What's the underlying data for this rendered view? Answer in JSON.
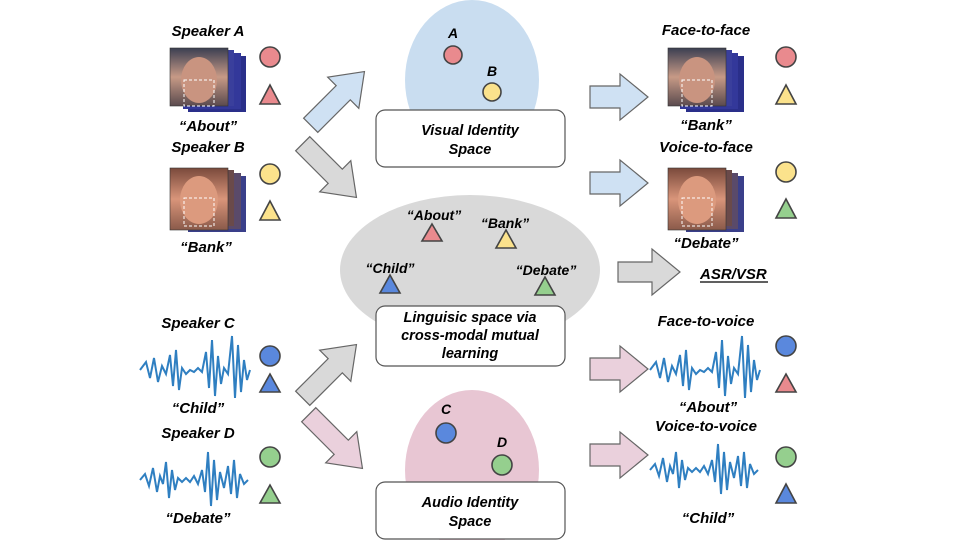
{
  "colors": {
    "red": "#e98a8e",
    "yellow": "#fbe28c",
    "blue": "#5a88dd",
    "green": "#95cf8e",
    "visual_space": "#c9ddf0",
    "audio_space": "#e8c6d3",
    "linguistic_space": "#d9d9d9",
    "arrow_blue": "#cfe1f3",
    "arrow_gray": "#d9d9d9",
    "arrow_pink": "#ead0dc",
    "waveform": "#2f7fc1"
  },
  "speakers": {
    "a": {
      "name": "Speaker A",
      "word": "“About”"
    },
    "b": {
      "name": "Speaker B",
      "word": "“Bank”"
    },
    "c": {
      "name": "Speaker C",
      "word": "“Child”"
    },
    "d": {
      "name": "Speaker D",
      "word": "“Debate”"
    }
  },
  "spaces": {
    "visual": {
      "line1": "Visual Identity",
      "line2": "Space",
      "point_a": "A",
      "point_b": "B"
    },
    "audio": {
      "line1": "Audio Identity",
      "line2": "Space",
      "point_c": "C",
      "point_d": "D"
    },
    "linguistic": {
      "line1": "Linguisic space via",
      "line2": "cross-modal mutual",
      "line3": "learning",
      "words": {
        "about": "“About”",
        "bank": "“Bank”",
        "child": "“Child”",
        "debate": "“Debate”"
      }
    }
  },
  "outputs": {
    "face_to_face": {
      "title": "Face-to-face",
      "word": "“Bank”"
    },
    "voice_to_face": {
      "title": "Voice-to-face",
      "word": "“Debate”"
    },
    "face_to_voice": {
      "title": "Face-to-voice",
      "word": "“About”"
    },
    "voice_to_voice": {
      "title": "Voice-to-voice",
      "word": "“Child”"
    },
    "asr_vsr": "ASR/VSR"
  }
}
